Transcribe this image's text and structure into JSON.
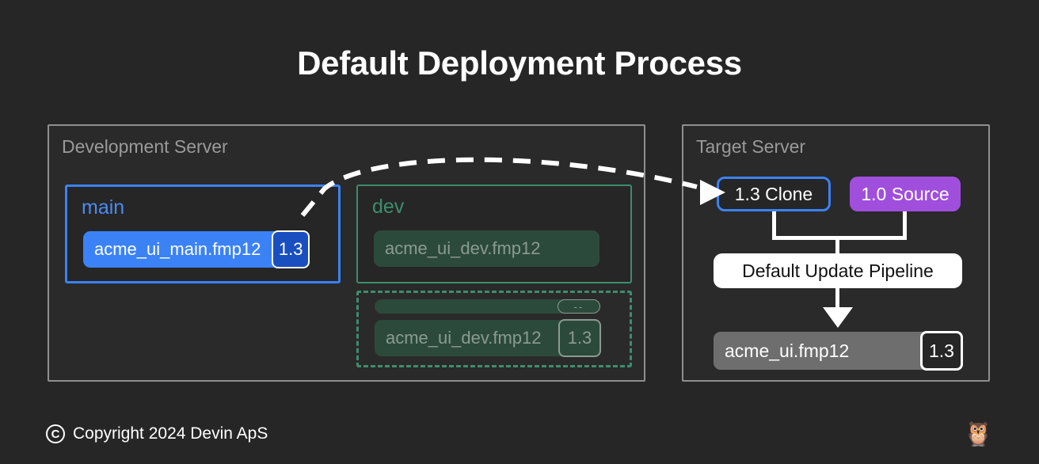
{
  "page": {
    "title": "Default Deployment Process",
    "background": "#262626"
  },
  "colors": {
    "accent_blue": "#3b82f6",
    "accent_blue_dark": "#1a4fc0",
    "accent_green": "#3e8d6e",
    "green_fill": "#2c4a3c",
    "accent_purple": "#a04fdd",
    "gray_pill": "#6e6e6e",
    "panel_border": "#8f8f8f",
    "panel_title": "#9a9a9a"
  },
  "development_server": {
    "title": "Development Server",
    "main_branch": {
      "label": "main",
      "file": {
        "name": "acme_ui_main.fmp12",
        "version": "1.3"
      }
    },
    "dev_branch": {
      "label": "dev",
      "file": {
        "name": "acme_ui_dev.fmp12"
      }
    },
    "dev_clone_group": {
      "collapsed_row_version": "--",
      "file": {
        "name": "acme_ui_dev.fmp12",
        "version": "1.3"
      }
    }
  },
  "target_server": {
    "title": "Target Server",
    "clone_tag": "1.3 Clone",
    "source_tag": "1.0 Source",
    "pipeline_label": "Default Update Pipeline",
    "result_file": {
      "name": "acme_ui.fmp12",
      "version": "1.3"
    }
  },
  "footer": {
    "copyright_symbol": "C",
    "copyright_text": "Copyright 2024 Devin ApS",
    "logo_glyph": "🦉"
  }
}
